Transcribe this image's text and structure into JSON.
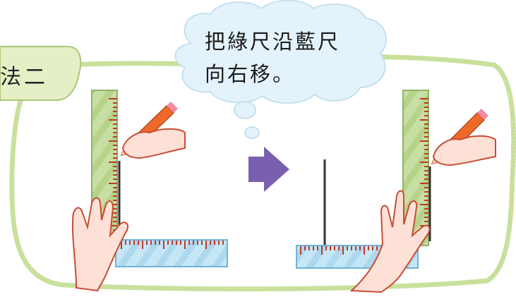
{
  "method_label": "法二",
  "speech_bubble": {
    "line1": "把綠尺沿藍尺",
    "line2": "向右移。"
  },
  "colors": {
    "green_ruler": "#c8dfa4",
    "blue_ruler": "#bfe3f3",
    "speech_bubble": "#e4f3fb",
    "arrow": "#7a5fb0",
    "drawn_line": "#333333",
    "pencil": "#e8622a",
    "border_wave": "#bcd88e"
  },
  "icons": {
    "arrow": "arrow-right-icon",
    "pencil": "pencil-icon",
    "hand": "hand-icon"
  }
}
